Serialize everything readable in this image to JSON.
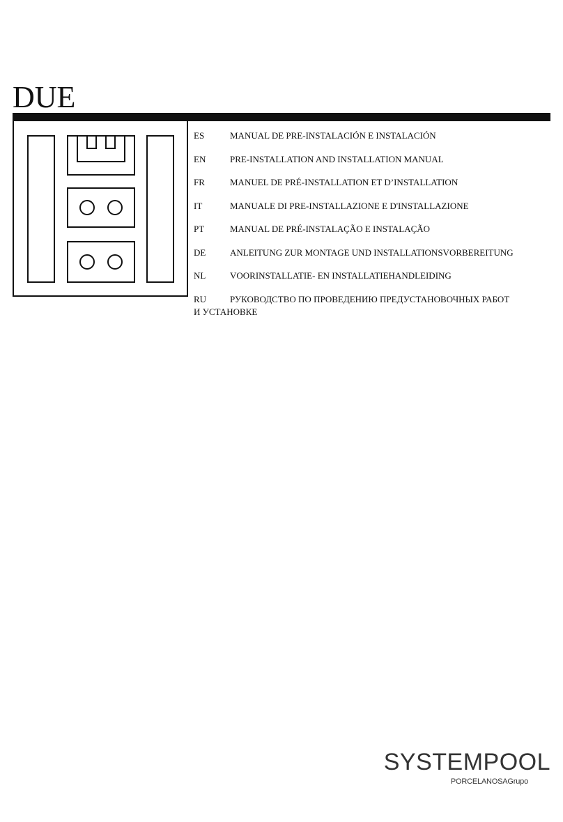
{
  "document": {
    "title": "DUE",
    "languages": [
      {
        "code": "ES",
        "text": "MANUAL DE PRE-INSTALACIÓN E INSTALACIÓN"
      },
      {
        "code": "EN",
        "text": "PRE-INSTALLATION AND INSTALLATION MANUAL"
      },
      {
        "code": "FR",
        "text": "MANUEL DE PRÉ-INSTALLATION ET D’INSTALLATION"
      },
      {
        "code": "IT",
        "text": "MANUALE DI PRE-INSTALLAZIONE E D'INSTALLAZIONE"
      },
      {
        "code": "PT",
        "text": "MANUAL DE PRÉ-INSTALAÇÃO E INSTALAÇÃO"
      },
      {
        "code": "DE",
        "text": "ANLEITUNG ZUR MONTAGE UND INSTALLATIONSVORBEREITUNG"
      },
      {
        "code": "NL",
        "text": "VOORINSTALLATIE- EN INSTALLATIEHANDLEIDING"
      },
      {
        "code": "RU",
        "text": "РУКОВОДСТВО ПО ПРОВЕДЕНИЮ ПРЕДУСТАНОВОЧНЫХ РАБОТ",
        "continuation": "И УСТАНОВКЕ"
      }
    ]
  },
  "brand": {
    "name": "SYSTEMPOOL",
    "group_name": "PORCELANOSA",
    "group_suffix": "Grupo"
  },
  "emblem": {
    "icon": "product-outline-icon"
  }
}
